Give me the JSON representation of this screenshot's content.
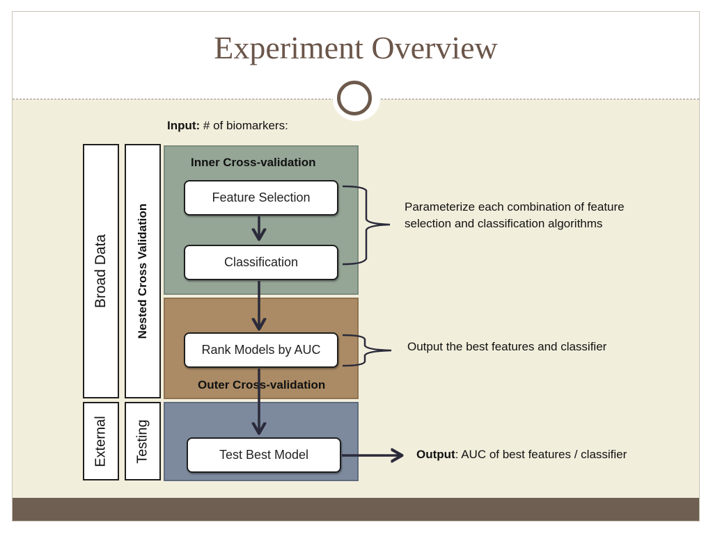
{
  "slide": {
    "title": "Experiment Overview"
  },
  "diagram": {
    "input_label": "Input:",
    "input_text": " # of biomarkers:",
    "side_labels": {
      "broad_data": "Broad Data",
      "nested_cv": "Nested Cross Validation",
      "external": "External",
      "testing": "Testing"
    },
    "panels": {
      "inner_cv": "Inner Cross-validation",
      "outer_cv": "Outer Cross-validation"
    },
    "steps": {
      "feature_selection": "Feature Selection",
      "classification": "Classification",
      "rank_models": "Rank Models by AUC",
      "test_best": "Test Best Model"
    },
    "notes": {
      "parameterize": "Parameterize each combination of feature selection and classification algorithms",
      "best_features": "Output the best features and classifier",
      "output_label": "Output",
      "output_text": ": AUC of best features / classifier"
    },
    "colors": {
      "inner_panel": "#95a596",
      "outer_panel": "#ab8b65",
      "test_panel": "#7d8a9e",
      "background": "#f2eedc",
      "title": "#6b564a",
      "footer": "#6e5f52"
    }
  }
}
